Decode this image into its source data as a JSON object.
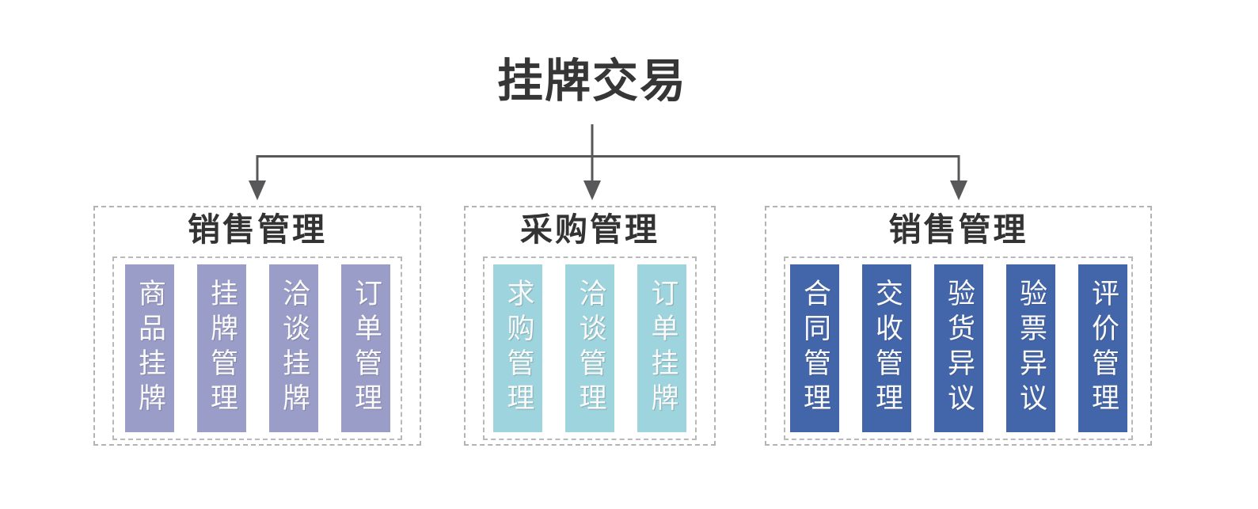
{
  "title": "挂牌交易",
  "groups": [
    {
      "title": "销售管理",
      "bar_color": "#9b9dc9",
      "items": [
        "商品挂牌",
        "挂牌管理",
        "洽谈挂牌",
        "订单管理"
      ]
    },
    {
      "title": "采购管理",
      "bar_color": "#9ed4dd",
      "items": [
        "求购管理",
        "洽谈管理",
        "订单挂牌"
      ]
    },
    {
      "title": "销售管理",
      "bar_color": "#4365aa",
      "items": [
        "合同管理",
        "交收管理",
        "验货异议",
        "验票异议",
        "评价管理"
      ]
    }
  ],
  "colors": {
    "connector": "#58585a",
    "bar_text": "#fafafa",
    "dashed_border": "#b3b3b3",
    "title_text": "#363636"
  }
}
